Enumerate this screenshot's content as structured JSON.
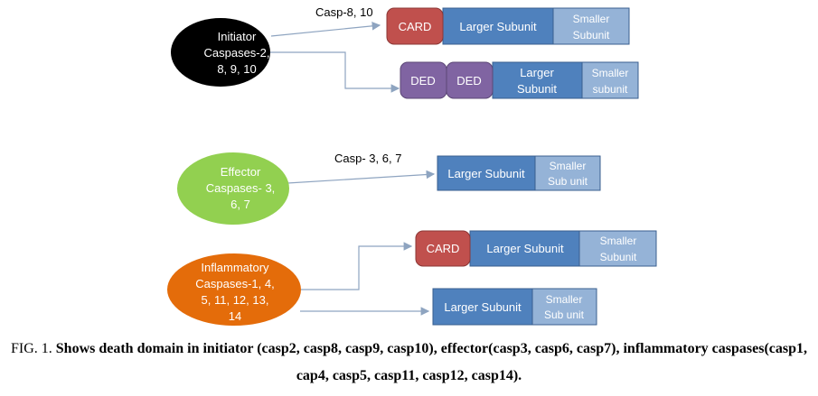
{
  "colors": {
    "ellipse_initiator": "#000000",
    "ellipse_effector": "#92D050",
    "ellipse_inflammatory": "#E46C0A",
    "box_blue": "#4F81BD",
    "box_light_blue": "#95B3D7",
    "box_card": "#C0504D",
    "box_ded": "#8064A2",
    "connector": "#8EA4C0"
  },
  "nodes": {
    "initiator": {
      "lines": [
        "Initiator",
        "Caspases-2,",
        "8, 9, 10"
      ]
    },
    "effector": {
      "lines": [
        "Effector",
        "Caspases- 3,",
        "6, 7"
      ]
    },
    "inflammatory": {
      "lines": [
        "Inflammatory",
        "Caspases-1, 4,",
        "5, 11, 12, 13,",
        "14"
      ]
    }
  },
  "edge_labels": {
    "casp_8_10": "Casp-8, 10",
    "casp_3_6_7": "Casp- 3, 6, 7"
  },
  "structures": {
    "row1": {
      "card": "CARD",
      "larger": "Larger Subunit",
      "smaller": [
        "Smaller",
        "Subunit"
      ]
    },
    "row2": {
      "ded1": "DED",
      "ded2": "DED",
      "larger": [
        "Larger",
        "Subunit"
      ],
      "smaller": [
        "Smaller",
        "subunit"
      ]
    },
    "row3": {
      "larger": "Larger Subunit",
      "smaller": [
        "Smaller",
        "Sub unit"
      ]
    },
    "row4": {
      "card": "CARD",
      "larger": "Larger Subunit",
      "smaller": [
        "Smaller",
        "Subunit"
      ]
    },
    "row5": {
      "larger": "Larger Subunit",
      "smaller": [
        "Smaller",
        "Sub unit"
      ]
    }
  },
  "caption": {
    "fig": "FIG. 1.",
    "text": "Shows death domain in initiator (casp2, casp8, casp9, casp10), effector(casp3, casp6, casp7), inflammatory caspases(casp1, cap4, casp5, casp11, casp12, casp14)."
  }
}
